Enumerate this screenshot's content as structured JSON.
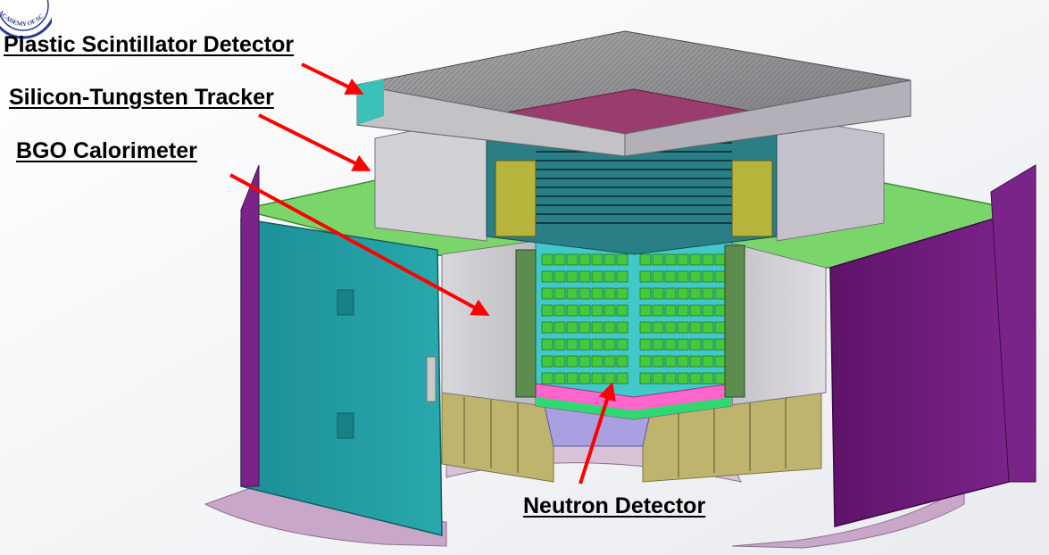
{
  "labels": {
    "plastic_scintillator": "Plastic Scintillator Detector",
    "silicon_tungsten": "Silicon-Tungsten Tracker",
    "bgo": "BGO Calorimeter",
    "neutron": "Neutron Detector"
  },
  "seal_text": "ACADEMY OF SC",
  "colors": {
    "arrow": "#ff0000",
    "label_text": "#000000",
    "top_plate": "#8f8f8f",
    "green_deck": "#7ad66a",
    "teal_panel": "#1f9aa0",
    "purple_panel": "#6a1b78",
    "cyan_bars": "#41c9c9",
    "bgo_green": "#46c83c",
    "olive_support": "#bfb46e",
    "base_lilac": "#c9a7c9",
    "metal_grey": "#cfcfd4"
  }
}
